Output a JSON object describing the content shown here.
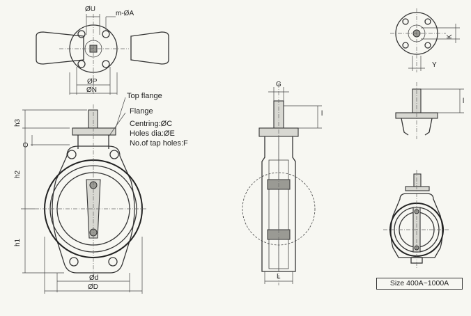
{
  "labels": {
    "u": "ØU",
    "ma": "m-ØA",
    "p": "ØP",
    "n": "ØN",
    "top_flange": "Top flange",
    "flange": "Flange",
    "centring": "Centring:ØC",
    "holes_dia": "Holes dia:ØE",
    "tap_holes": "No.of tap holes:F",
    "h3": "h3",
    "o": "O",
    "h2": "h2",
    "h1": "h1",
    "d_small": "Ød",
    "d_big": "ØD",
    "g": "G",
    "l_upper": "l",
    "l_lower": "L",
    "k": "K",
    "y": "Y",
    "l_right": "l",
    "size": "Size 400A~1000A"
  }
}
